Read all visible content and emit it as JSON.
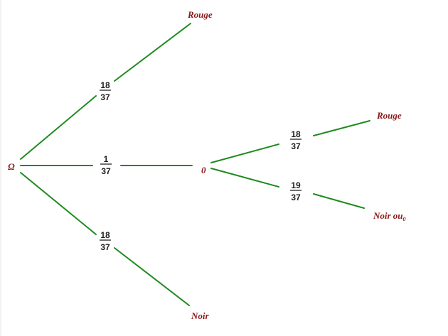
{
  "root": {
    "label": "Ω"
  },
  "branches": {
    "rouge": {
      "label": "Rouge",
      "prob_num": "18",
      "prob_den": "37"
    },
    "zero": {
      "label": "0",
      "prob_num": "1",
      "prob_den": "37"
    },
    "noir": {
      "label": "Noir",
      "prob_num": "18",
      "prob_den": "37"
    }
  },
  "sub_branches": {
    "rouge": {
      "label": "Rouge",
      "prob_num": "18",
      "prob_den": "37"
    },
    "noir_ou_zero": {
      "label": "Noir ou",
      "label_sub": "0",
      "prob_num": "19",
      "prob_den": "37"
    }
  },
  "colors": {
    "edge": "#1e8a1e",
    "label": "#8b1a1a",
    "prob": "#222222"
  }
}
